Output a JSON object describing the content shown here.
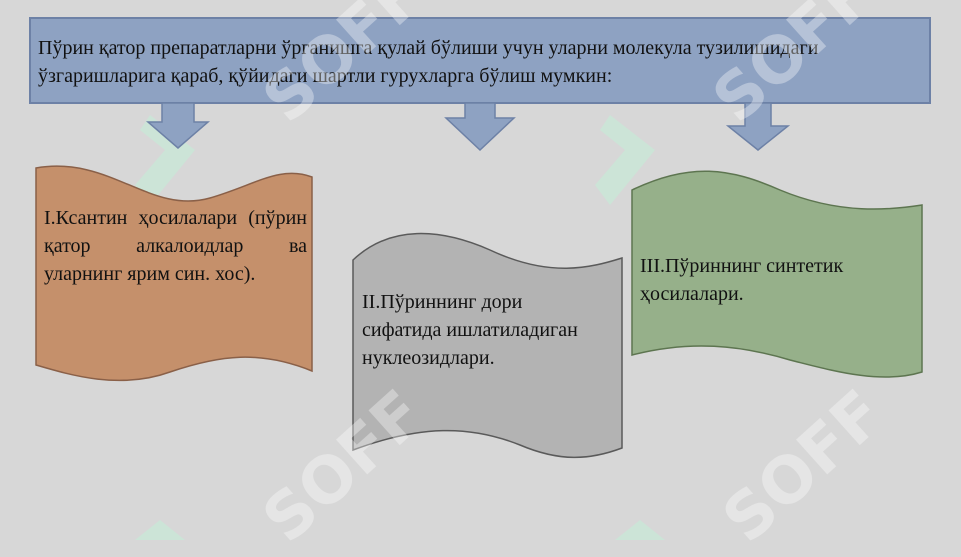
{
  "header": {
    "text": "Пўрин қатор препаратларни ўрганишга қулай бўлиши учун уларни молекула тузилишидаги ўзгаришларига қараб, қўйидаги шартли гурухларга бўлиш мумкин:",
    "fill": "#8ea2c2",
    "stroke": "#6d81a6"
  },
  "arrows": {
    "fill": "#8ea2c2",
    "stroke": "#6d81a6"
  },
  "boxes": [
    {
      "text": "I.Ксантин ҳосилалари (пўрин қатор алкалоидлар ва уларнинг ярим син. хос).",
      "fill": "#c5906b",
      "stroke": "#8a6048"
    },
    {
      "text": "II.Пўриннинг дори сифатида ишлатиладиган нуклеозидлари.",
      "fill": "#b3b3b3",
      "stroke": "#5a5a5a"
    },
    {
      "text": "III.Пўриннинг синтетик ҳосилалари.",
      "fill": "#96b08a",
      "stroke": "#5d7550"
    }
  ],
  "watermark": "SOFF",
  "colors": {
    "background": "#d7d7d7",
    "watermark_mark": "#c8ead7"
  }
}
